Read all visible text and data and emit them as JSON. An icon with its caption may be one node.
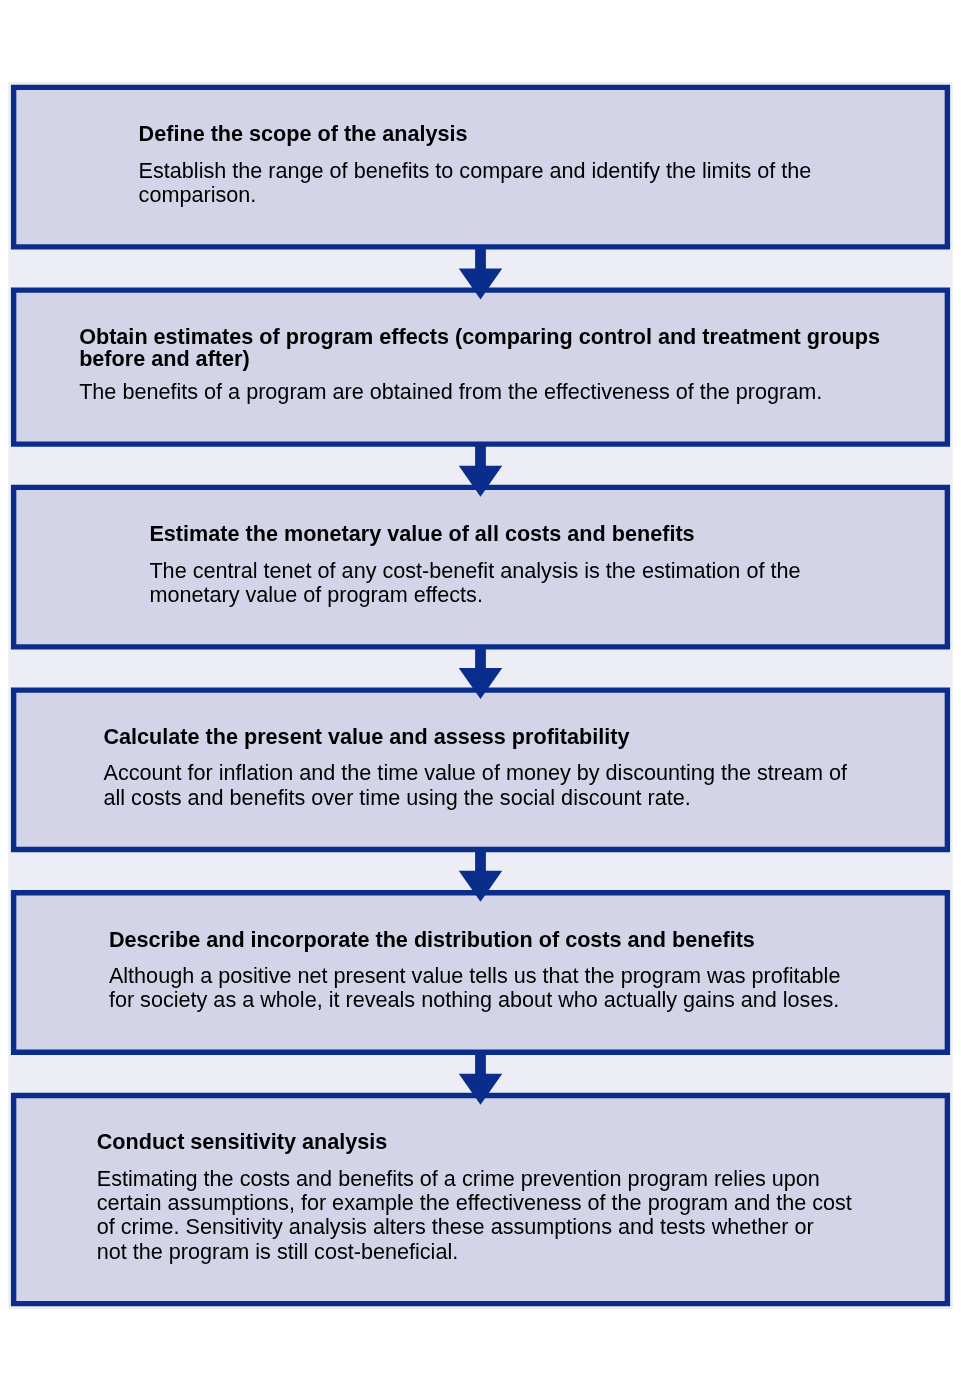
{
  "diagram": {
    "nodes": [
      {
        "text": [
          "Define the scope of the analysis",
          "Establish the range of benefits to compare and identify the limits of the comparison."
        ]
      },
      {
        "text": [
          "Obtain estimates of program effects (comparing control and treatment groups before and after)",
          "The benefits of a program are obtained from the effectiveness of the program."
        ]
      },
      {
        "text": [
          "Estimate the monetary value of all costs and benefits",
          "The central tenet of any cost-benefit analysis is the estimation of the monetary value of program effects."
        ]
      },
      {
        "text": [
          "Calculate the present value and assess profitability",
          "Account for inflation and the time value of money by discounting the stream of all costs and benefits over time using the social discount rate."
        ]
      },
      {
        "text": [
          "Describe and incorporate the distribution of costs and benefits",
          "Although a positive net present value tells us that the program was profitable for society as a whole, it reveals nothing about who actually gains and loses."
        ]
      },
      {
        "text": [
          "Conduct sensitivity analysis",
          "Estimating the costs and benefits of a crime prevention program relies upon certain assumptions, for example the effectiveness of the program and the cost of crime. Sensitivity analysis alters these assumptions and tests whether or not the program is still cost-beneficial."
        ]
      }
    ],
    "edges": [
      {
        "from": 0,
        "to": 1,
        "arrow": "to"
      },
      {
        "from": 1,
        "to": 2,
        "arrow": "to"
      },
      {
        "from": 2,
        "to": 3,
        "arrow": "to"
      },
      {
        "from": 3,
        "to": 4,
        "arrow": "to"
      },
      {
        "from": 4,
        "to": 5,
        "arrow": "to"
      }
    ]
  }
}
